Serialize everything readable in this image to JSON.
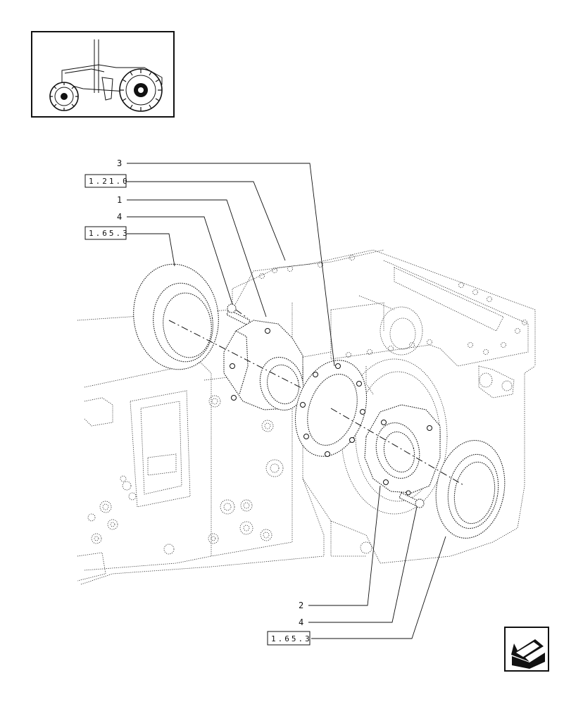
{
  "callouts": [
    {
      "id": "c3",
      "text": "3"
    },
    {
      "id": "c1",
      "text": "1"
    },
    {
      "id": "c4a",
      "text": "4"
    },
    {
      "id": "c2",
      "text": "2"
    },
    {
      "id": "c4b",
      "text": "4"
    }
  ],
  "references": [
    {
      "id": "r1",
      "text": "1.21.0"
    },
    {
      "id": "r2",
      "text": "1.65.3"
    },
    {
      "id": "r3",
      "text": "1.65.3"
    }
  ],
  "icons": {
    "thumbnail": "tractor-thumbnail-icon",
    "nav": "back-arrow-icon"
  }
}
